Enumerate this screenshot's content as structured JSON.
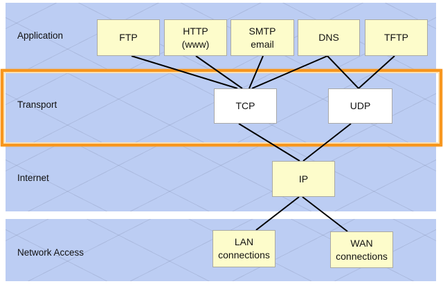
{
  "diagram": {
    "title": "TCP/IP model layers",
    "highlighted_layer": "transport",
    "colors": {
      "band": "#bccdf3",
      "highlight_border": "#f7961e",
      "protocol_box": "#fdfccb",
      "transport_box": "#ffffff",
      "link": "#000000"
    },
    "layers": {
      "application": {
        "label": "Application"
      },
      "transport": {
        "label": "Transport"
      },
      "internet": {
        "label": "Internet"
      },
      "network": {
        "label": "Network Access"
      }
    },
    "nodes": {
      "ftp": {
        "line1": "FTP",
        "line2": "",
        "layer": "application"
      },
      "http": {
        "line1": "HTTP",
        "line2": "(www)",
        "layer": "application"
      },
      "smtp": {
        "line1": "SMTP",
        "line2": "email",
        "layer": "application"
      },
      "dns": {
        "line1": "DNS",
        "line2": "",
        "layer": "application"
      },
      "tftp": {
        "line1": "TFTP",
        "line2": "",
        "layer": "application"
      },
      "tcp": {
        "line1": "TCP",
        "line2": "",
        "layer": "transport"
      },
      "udp": {
        "line1": "UDP",
        "line2": "",
        "layer": "transport"
      },
      "ip": {
        "line1": "IP",
        "line2": "",
        "layer": "internet"
      },
      "lan": {
        "line1": "LAN",
        "line2": "connections",
        "layer": "network"
      },
      "wan": {
        "line1": "WAN",
        "line2": "connections",
        "layer": "network"
      }
    },
    "edges": [
      [
        "ftp",
        "tcp"
      ],
      [
        "http",
        "tcp"
      ],
      [
        "smtp",
        "tcp"
      ],
      [
        "dns",
        "tcp"
      ],
      [
        "dns",
        "udp"
      ],
      [
        "tftp",
        "udp"
      ],
      [
        "tcp",
        "ip"
      ],
      [
        "udp",
        "ip"
      ],
      [
        "ip",
        "lan"
      ],
      [
        "ip",
        "wan"
      ]
    ]
  }
}
